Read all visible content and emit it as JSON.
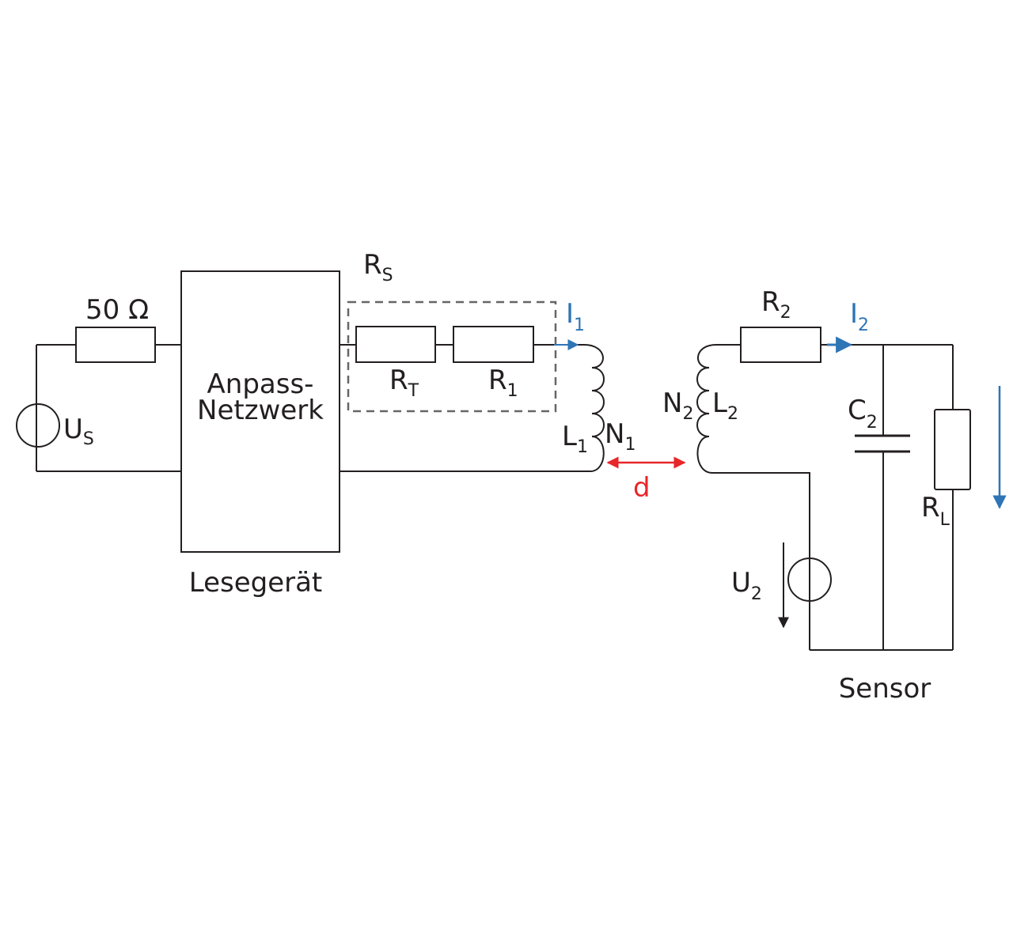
{
  "colors": {
    "line": "#231f20",
    "current": "#2e75b6",
    "distance": "#e8262a",
    "dashed": "#666666"
  },
  "labels": {
    "source_resistor": "50 Ω",
    "source_voltage": {
      "main": "U",
      "sub": "S"
    },
    "matching_network": {
      "line1": "Anpass-",
      "line2": "Netzwerk"
    },
    "reader": "Lesegerät",
    "rs": {
      "main": "R",
      "sub": "S"
    },
    "rt": {
      "main": "R",
      "sub": "T"
    },
    "r1": {
      "main": "R",
      "sub": "1"
    },
    "i1": {
      "main": "I",
      "sub": "1"
    },
    "l1": {
      "main": "L",
      "sub": "1"
    },
    "n1": {
      "main": "N",
      "sub": "1"
    },
    "distance": "d",
    "n2": {
      "main": "N",
      "sub": "2"
    },
    "l2": {
      "main": "L",
      "sub": "2"
    },
    "r2": {
      "main": "R",
      "sub": "2"
    },
    "i2": {
      "main": "I",
      "sub": "2"
    },
    "c2": {
      "main": "C",
      "sub": "2"
    },
    "rl": {
      "main": "R",
      "sub": "L"
    },
    "u2": {
      "main": "U",
      "sub": "2"
    },
    "sensor": "Sensor"
  }
}
